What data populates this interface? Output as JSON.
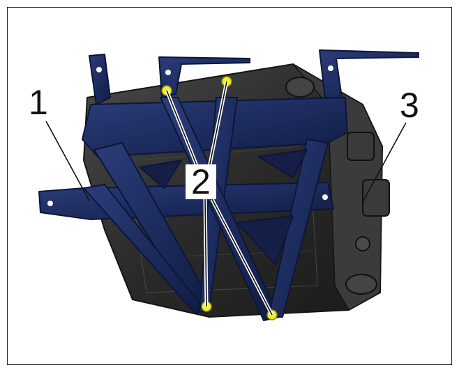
{
  "callouts": {
    "bracket": "1",
    "bolts": "2",
    "module": "3"
  },
  "colors": {
    "bracket": "#1b2a5e",
    "bracket_edge": "#0c1638",
    "module_body": "#2b2b2b",
    "module_edge": "#141414",
    "bolt": "#f2ef2a",
    "leader_line": "#111111"
  }
}
